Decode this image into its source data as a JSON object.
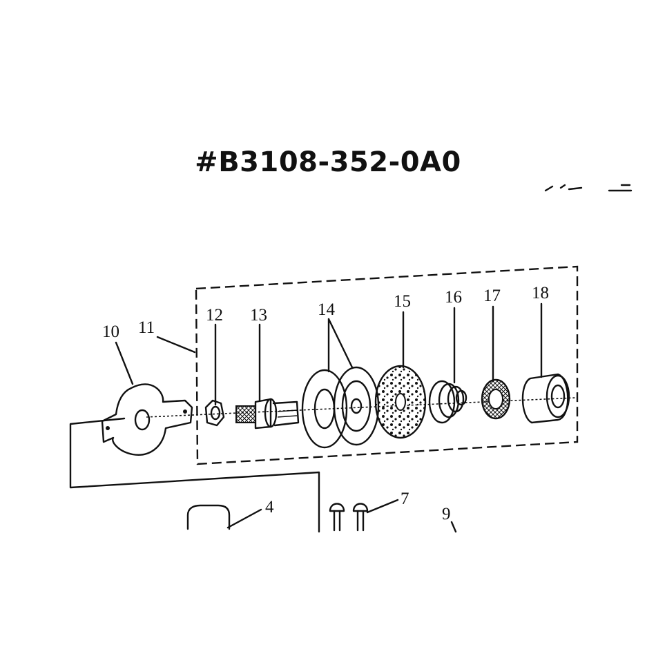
{
  "title": "#B3108-352-0A0",
  "callouts": {
    "c4": "4",
    "c7": "7",
    "c9": "9",
    "c10": "10",
    "c11": "11",
    "c12": "12",
    "c13": "13",
    "c14": "14",
    "c15": "15",
    "c16": "16",
    "c17": "17",
    "c18": "18"
  },
  "colors": {
    "ink": "#111111",
    "background": "#ffffff"
  }
}
